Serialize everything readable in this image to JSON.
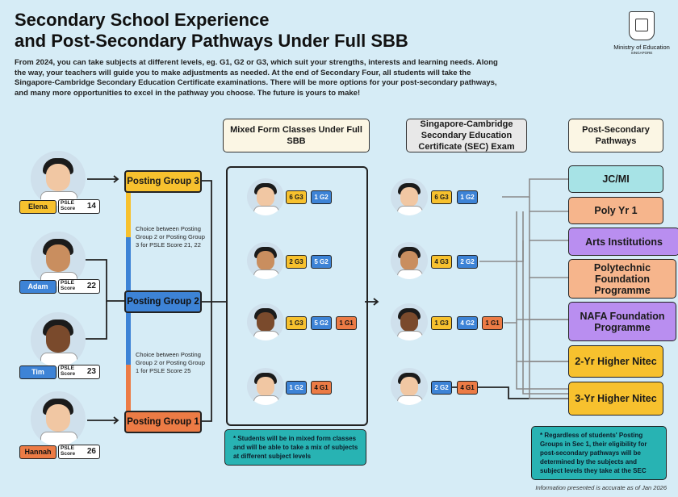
{
  "title": [
    "Secondary School Experience",
    "and Post-Secondary Pathways Under Full SBB"
  ],
  "intro": "From 2024, you can take subjects at different levels, eg. G1, G2 or G3, which suit your strengths, interests and learning needs. Along the way, your teachers will guide you to make adjustments as needed. At the end of Secondary Four, all students will take the Singapore-Cambridge Secondary Education Certificate examinations. There will be more options for your post-secondary pathways, and many more opportunities to excel in the pathway you choose. The future is yours to make!",
  "logo": {
    "line1": "Ministry of Education",
    "line2": "SINGAPORE"
  },
  "headers": {
    "mixed": "Mixed Form Classes Under Full SBB",
    "sec": "Singapore-Cambridge Secondary Education Certificate (SEC) Exam",
    "post": "Post-Secondary Pathways"
  },
  "students": [
    {
      "name": "Elena",
      "score_label": "PSLE Score",
      "score": "14"
    },
    {
      "name": "Adam",
      "score_label": "PSLE Score",
      "score": "22"
    },
    {
      "name": "Tim",
      "score_label": "PSLE Score",
      "score": "23"
    },
    {
      "name": "Hannah",
      "score_label": "PSLE Score",
      "score": "26"
    }
  ],
  "posting_groups": [
    "Posting Group 3",
    "Posting Group 2",
    "Posting Group 1"
  ],
  "choices": [
    "Choice between Posting Group 2 or Posting Group 3 for PSLE Score 21, 22",
    "Choice between Posting Group 2 or Posting Group 1 for PSLE Score 25"
  ],
  "mixed_rows": [
    [
      "6 G3",
      "1 G2"
    ],
    [
      "2 G3",
      "5 G2"
    ],
    [
      "1 G3",
      "5 G2",
      "1 G1"
    ],
    [
      "1 G2",
      "4 G1"
    ]
  ],
  "sec_rows": [
    [
      "6 G3",
      "1 G2"
    ],
    [
      "4 G3",
      "2 G2"
    ],
    [
      "1 G3",
      "4 G2",
      "1 G1"
    ],
    [
      "2 G2",
      "4 G1"
    ]
  ],
  "pathways": [
    "JC/MI",
    "Poly Yr 1",
    "Arts Institutions",
    "Polytechnic Foundation Programme",
    "NAFA Foundation Programme",
    "2-Yr Higher Nitec",
    "3-Yr Higher Nitec"
  ],
  "notes": {
    "mixed": "Students will be in mixed form classes and will be able to take a mix of subjects at different subject levels",
    "sec": "Regardless of students' Posting Groups in Sec 1, their eligibility for post-secondary pathways will be determined by the subjects and subject levels they take at the SEC"
  },
  "footer": "Information presented is accurate as of Jan 2026",
  "colors": {
    "g3": "#f7c12e",
    "g2": "#3d83d6",
    "g1": "#ec7b45",
    "jc": "#a7e3e6",
    "poly": "#f6b58c",
    "arts": "#b98ef0",
    "pfp": "#f6b58c",
    "nafa": "#b98ef0",
    "nitec": "#f7c12e",
    "note": "#28b3b3"
  }
}
